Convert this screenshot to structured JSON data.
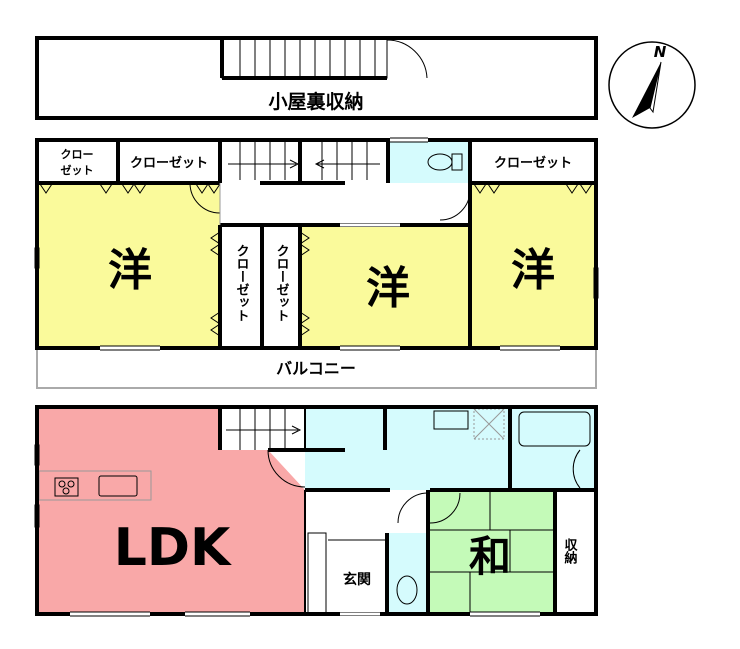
{
  "attic": {
    "label": "小屋裏収納"
  },
  "compass": {
    "north_label": "N"
  },
  "floor2": {
    "closet_small": [
      "クロー",
      "ゼット"
    ],
    "closet_a": "クローゼット",
    "closet_b": "クローゼット",
    "closet_mid_1": "クローゼット",
    "closet_mid_2": "クローゼット",
    "room_left": "洋",
    "room_mid": "洋",
    "room_right": "洋",
    "balcony": "バルコニー"
  },
  "floor1": {
    "ldk": "LDK",
    "entrance": "玄関",
    "japanese_room": "和",
    "storage": "収納"
  },
  "colors": {
    "western": "#FAFA9B",
    "ldk": "#F9A8A8",
    "wet": "#D5FBFD",
    "japanese": "#C4FAB8",
    "bath": "#7EE8F2",
    "wood": "#E8D090"
  }
}
